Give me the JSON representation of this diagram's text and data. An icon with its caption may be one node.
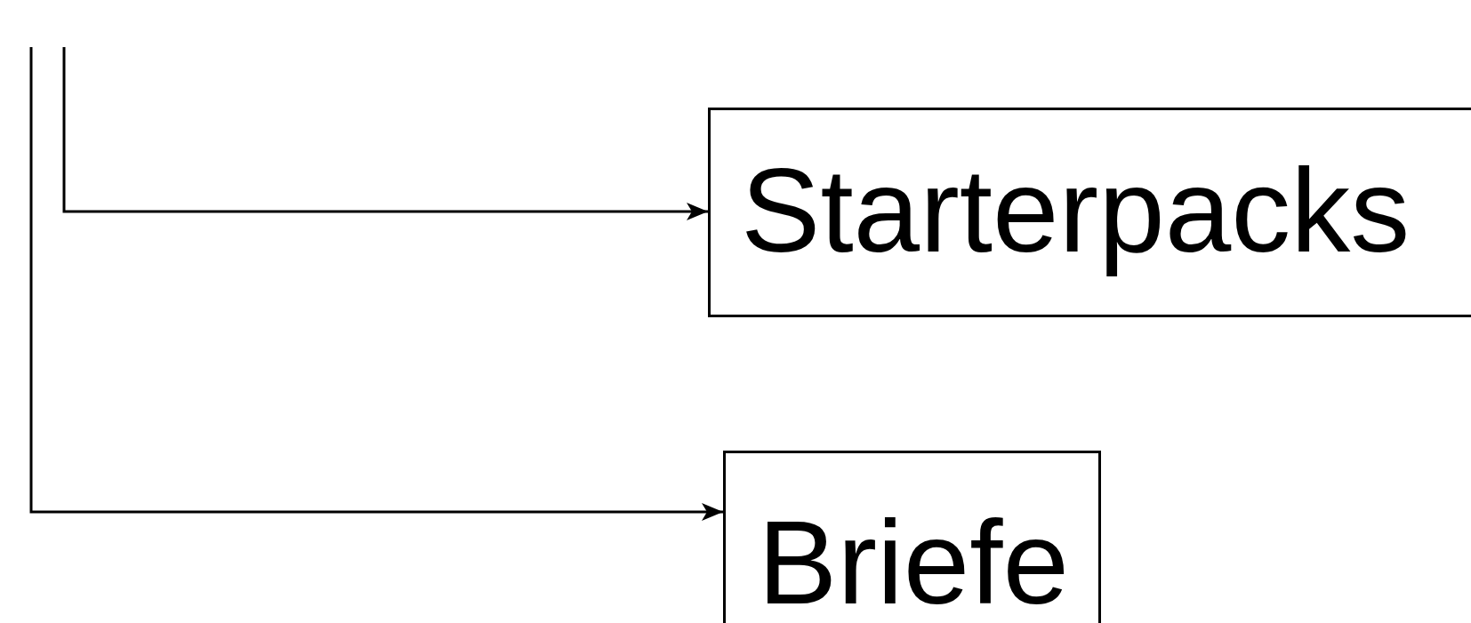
{
  "diagram": {
    "nodes": [
      {
        "text": [
          "Starterpacks"
        ]
      },
      {
        "text": [
          "Briefe"
        ]
      }
    ],
    "edges": [
      {
        "from": null,
        "to": 0,
        "arrow": "to"
      },
      {
        "from": null,
        "to": 1,
        "arrow": "to"
      }
    ]
  }
}
